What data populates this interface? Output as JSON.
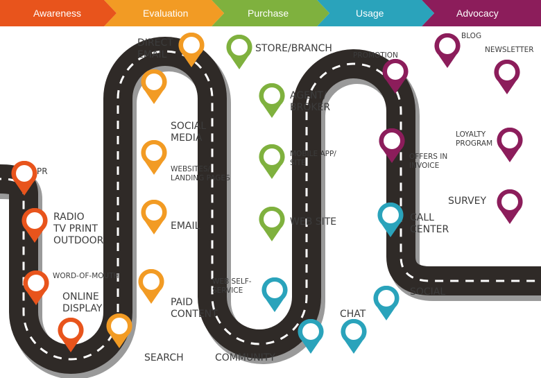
{
  "stages": [
    {
      "label": "Awareness",
      "color": "#e8541c"
    },
    {
      "label": "Evaluation",
      "color": "#f29b24"
    },
    {
      "label": "Purchase",
      "color": "#7fb13e"
    },
    {
      "label": "Usage",
      "color": "#2aa3bb"
    },
    {
      "label": "Advocacy",
      "color": "#8c1d5b"
    }
  ],
  "touchpoints": [
    {
      "id": "pr",
      "label": "PR",
      "stage": 0
    },
    {
      "id": "radio",
      "label": "RADIO\nTV PRINT\nOUTDOOR",
      "stage": 0
    },
    {
      "id": "wom",
      "label": "WORD-OF-MOUTH",
      "stage": 0
    },
    {
      "id": "online",
      "label": "ONLINE\nDISPLAY",
      "stage": 0
    },
    {
      "id": "search",
      "label": "SEARCH",
      "stage": 1
    },
    {
      "id": "paid",
      "label": "PAID\nCONTENT",
      "stage": 1
    },
    {
      "id": "email",
      "label": "EMAIL",
      "stage": 1
    },
    {
      "id": "websites",
      "label": "WEBSITES/\nLANDING PAGES",
      "stage": 1
    },
    {
      "id": "social_media",
      "label": "SOCIAL\nMEDIA",
      "stage": 1
    },
    {
      "id": "direct_email",
      "label": "DIRECT\nEMAIL",
      "stage": 1
    },
    {
      "id": "store",
      "label": "STORE/BRANCH",
      "stage": 2
    },
    {
      "id": "agent",
      "label": "AGENT/\nBROKER",
      "stage": 2
    },
    {
      "id": "mobile",
      "label": "MOBILE APP/\nSITE",
      "stage": 2
    },
    {
      "id": "website",
      "label": "WEB SITE",
      "stage": 2
    },
    {
      "id": "self_service",
      "label": "WEB SELF-\nSERVICE",
      "stage": 3
    },
    {
      "id": "community",
      "label": "COMMUNITY",
      "stage": 3
    },
    {
      "id": "chat",
      "label": "CHAT",
      "stage": 3
    },
    {
      "id": "social",
      "label": "SOCIAL",
      "stage": 3
    },
    {
      "id": "call_center",
      "label": "CALL\nCENTER",
      "stage": 3
    },
    {
      "id": "offers",
      "label": "OFFERS IN\nINVOICE",
      "stage": 4
    },
    {
      "id": "promotion",
      "label": "PROMOTION",
      "stage": 4
    },
    {
      "id": "blog",
      "label": "BLOG",
      "stage": 4
    },
    {
      "id": "newsletter",
      "label": "NEWSLETTER",
      "stage": 4
    },
    {
      "id": "loyalty",
      "label": "LOYALTY\nPROGRAM",
      "stage": 4
    },
    {
      "id": "survey",
      "label": "SURVEY",
      "stage": 4
    }
  ]
}
